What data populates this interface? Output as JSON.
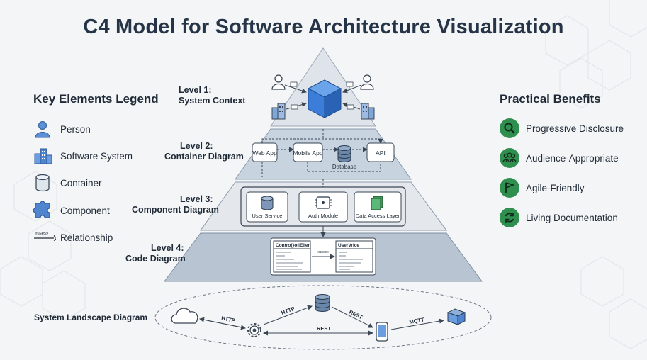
{
  "title": "C4 Model for Software Architecture Visualization",
  "legend": {
    "heading": "Key Elements Legend",
    "items": [
      {
        "icon": "person-icon",
        "label": "Person"
      },
      {
        "icon": "software-system-icon",
        "label": "Software System"
      },
      {
        "icon": "container-icon",
        "label": "Container"
      },
      {
        "icon": "component-icon",
        "label": "Component"
      },
      {
        "icon": "relationship-arrow-icon",
        "label": "Relationship",
        "arrow_text": "«uses»"
      }
    ]
  },
  "levels": [
    {
      "line1": "Level 1:",
      "line2": "System Context"
    },
    {
      "line1": "Level 2:",
      "line2": "Container Diagram"
    },
    {
      "line1": "Level 3:",
      "line2": "Component Diagram"
    },
    {
      "line1": "Level 4:",
      "line2": "Code Diagram"
    }
  ],
  "level2": {
    "web_app": "Web App",
    "mobile_app": "Mobile App",
    "database": "Database",
    "api": "API"
  },
  "level3": {
    "user_service": "User Service",
    "auth_module": "Auth Module",
    "data_access": "Data Access Layer"
  },
  "level4": {
    "class_a": "Contro{}ollEller",
    "class_b": "UserVrice",
    "relation": "«uses»"
  },
  "benefits": {
    "heading": "Practical Benefits",
    "items": [
      {
        "icon": "magnifier-icon",
        "label": "Progressive Disclosure"
      },
      {
        "icon": "audience-icon",
        "label": "Audience-Appropriate"
      },
      {
        "icon": "flag-icon",
        "label": "Agile-Friendly"
      },
      {
        "icon": "refresh-icon",
        "label": "Living Documentation"
      }
    ],
    "accent": "#2f8f4e"
  },
  "landscape": {
    "label": "System Landscape Diagram",
    "edges": {
      "http1": "HTTP",
      "http2": "HTTP",
      "rest1": "REST",
      "rest2": "REST",
      "mqtt": "MQTT"
    }
  },
  "colors": {
    "cube": "#3b7dd8",
    "pyramid_dark": "#a9b9cc",
    "text": "#1f2a36"
  }
}
